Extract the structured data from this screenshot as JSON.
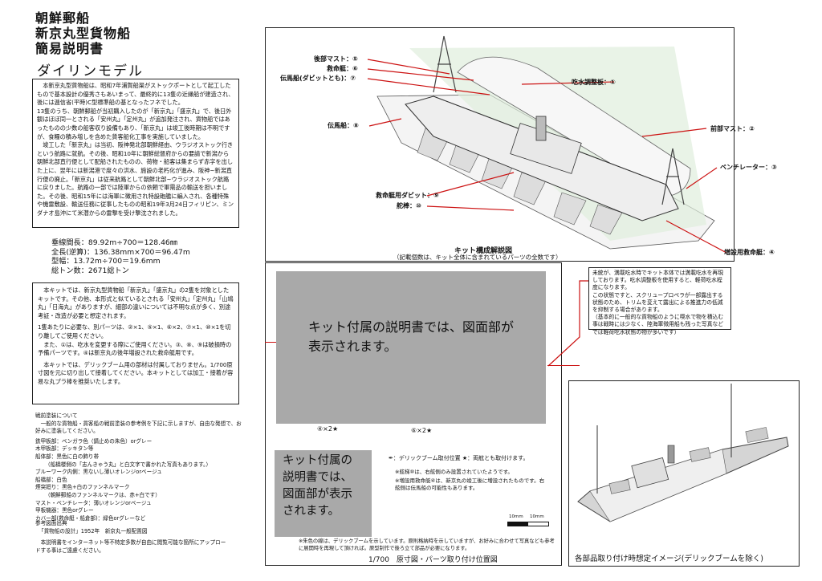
{
  "title": {
    "line1": "朝鮮郵船",
    "line2": "新京丸型貨物船",
    "line3": "簡易説明書",
    "brand": "ダイリンモデル"
  },
  "history": {
    "p1": "本新京丸型貨物船は、昭和7年浦賀船渠がストックポートとして起工したもので基本設計の優秀さもあいまって、最終的に13隻の近縁船が建造され、後には逓信省(平時)C型標準船の基となったフネでした。",
    "p2": "13隻のうち、朝鮮郵船が当初購入したのが「新京丸」「盛京丸」で、後日外観はほぼ同一とされる「安州丸」「定州丸」が追加発注され、貨物船ではあったものの少数の船客収り設備もあり、「新京丸」は竣工後時期は不明ですが、食糧の積み増しを含めた貨客船化工事を実施していました。",
    "p3": "竣工した「新京丸」は当初、阪神発北部朝鮮経由、ウラジオストック行きという航路に就航。その後、昭和10年に朝鮮総督府からの要請で新潟から朝鮮北部直行便として配船されたものの、荷物・船客は集まらず赤字を出した上に、翌年には新潟港で度々の洪水、施設の老朽化が進み、阪神~新潟直行便の廃止。「新京丸」は従来航路として朝鮮北部~ウラジオストック航路に戻りました。航路の一部では陸軍からの依頼で軍需品の輸送を担いました。その後、昭和15年には海軍に徴用され特設砲艦に編入され、各種特殊や機雷敷設、輸送任務に従事したものの昭和19年3月24日フィリピン、ミンダナオ島沖にて米潜からの雷撃を受け撃沈されました。"
  },
  "specs": {
    "length_pp": "垂線間長：89.92m÷700＝128.46㎜",
    "length_oa": "全長(逆算)：136.38mm×700＝96.47m",
    "beam": "型幅：13.72m÷700＝19.6mm",
    "tonnage": "総トン数：2671総トン"
  },
  "kit_desc": {
    "p1": "本キットでは、新京丸型貨物船「新京丸」「盛京丸」の2隻を対象としたキットです。その他、本形式と似ているとされる「安州丸」「定州丸」「山鳩丸」「日海丸」がありますが、細部の違いについては不明な点が多く、別途考証・改造が必要と想定されます。",
    "p2": "1隻あたりに必要な、別パーツは、②×1、⑤×1、⑥×2、⑦×1、⑩×1を切り離してご使用ください。\n　また、①は、吃水を変更する際にご使用ください。③、⑧、⑨は破損時の予備パーツです。④は新京丸の後年増設された救命艇用です。",
    "p3": "本キットでは、デリックブーム用の部材は付属しておりません。1/700原寸図を元に切り出して接着してください。本キットとしては加工・接着が容易な丸プラ棒を推奨いたします。"
  },
  "paint": {
    "heading": "戦前塗装について",
    "intro": "一般的な貨物船・貨客船の戦前塗装の参考例を下記に示しますが、自由な発想で、お好みに塗装してください。",
    "lines": [
      "鉄甲板部：ベンガラ色（錆止めの朱色）orグレー",
      "木甲板部：デッキタン等",
      "船体部：黒色に白の飾り帯",
      "（船橋楼側の「志んきゃう丸」と白文字で書かれた写真もあります。）",
      "ブルーワーク内側：黒ないし薄いオレンジorベージュ",
      "船橋部：白色",
      "煙突廻り：黒色+白のファンネルマーク",
      "（朝鮮郵船のファンネルマークは、赤+白です）",
      "マスト・ベンチレータ：薄いオレンジorベージュ",
      "甲板機器：黒色orグレー",
      "カバー部(救命艇・船倉部)：緑色orグレーなど"
    ]
  },
  "refs": {
    "heading": "参考図面出典",
    "source": "「貨物船の設計」1952年　新京丸一般配置図",
    "note": "本説明書をインターネット等不特定多数が自由に閲覧可能な箇所にアップロードする事はご遠慮ください。"
  },
  "assembly": {
    "caption": "キット構成解説図",
    "subcaption": "（記載個数は、キット全体に含まれているパーツの全数です）",
    "callouts": {
      "aft_mast": "後部マスト：⑤",
      "lifeboat": "救命艇：⑥",
      "tender_davit": "伝馬船(ダビットとも)：⑦",
      "tender": "伝馬船：⑧",
      "draft_plate": "吃水調整板：①",
      "fore_mast": "前部マスト：②",
      "ventilator": "ベンチレーター：③",
      "lifeboat_davit": "救命艇用ダビット：⑨",
      "rudder": "舵棒：⑩",
      "extra_lifeboat": "増設用救命艇：④"
    }
  },
  "draft_note": "未統が、満載吃水時でキット本体では満載吃水を再現しております。吃水調整板を使用すると、軽荷吃水程度になります。\nこの状態ですと、スクリュープロペラが一部露出する状態のため、トリムを変えて露出による推進力の低減を抑制する場合があります。\n（基本的に一般的な貨物船のように喫水で物を積込む事は戦時には少なく、陸海軍徴用船も残った写真などでは軽荷吃水状態の物が多いです）",
  "placeholder_large": "キット付属の説明書では、図面部が表示されます。",
  "placeholder_small": "キット付属の説明書では、図面部が表示されます。",
  "drawing": {
    "part4": "④×2★",
    "part6": "⑥×2★",
    "legend": "：デリックブーム取付位置 ★：両舷とも取付けます。",
    "rudder_note": "※舷梯⑩は、右舷側のみ設置されていたようです。",
    "lifeboat_note": "※増設用救命艇④は、新京丸の竣工後に増設されたものです。右舷側は伝馬船の可能性もあります。",
    "scale_label": "10mm",
    "scale_label2": "10mm",
    "footnote": "※朱色の線は、デリックブームを示しています。原則格納時を示していますが、お好みに合わせて写真なども参考に展開時を再現して頂ければ。原型制作で後ろ立て部品が必要になります。",
    "caption": "1/700　原寸図・パーツ取り付け位置図"
  },
  "photo": {
    "caption": "各部品取り付け時想定イメージ(デリックブームを除く)"
  },
  "colors": {
    "accent_red": "#cc1111",
    "placeholder_gray": "#a9a9a9",
    "bg_green": "#dfeedd"
  }
}
